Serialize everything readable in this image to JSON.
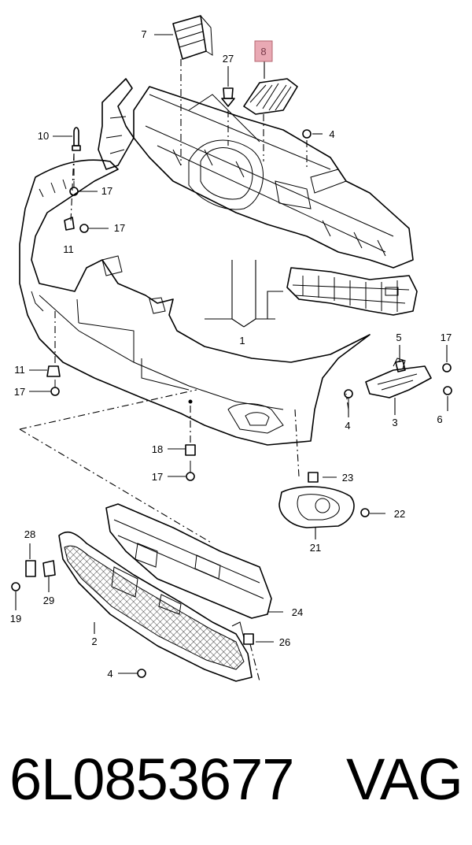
{
  "callouts": {
    "c7": "7",
    "c8": "8",
    "c27": "27",
    "c4a": "4",
    "c10": "10",
    "c17a": "17",
    "c17b": "17",
    "c11a": "11",
    "c1": "1",
    "c5": "5",
    "c17c": "17",
    "c11b": "11",
    "c17d": "17",
    "c4b": "4",
    "c3": "3",
    "c6": "6",
    "c18": "18",
    "c17e": "17",
    "c23": "23",
    "c22": "22",
    "c21": "21",
    "c28": "28",
    "c29": "29",
    "c19": "19",
    "c2": "2",
    "c24": "24",
    "c26": "26",
    "c4c": "4"
  },
  "highlight_color": "#e9a9b4",
  "caption": {
    "part_number": "6L0853677",
    "brand": "VAG"
  }
}
